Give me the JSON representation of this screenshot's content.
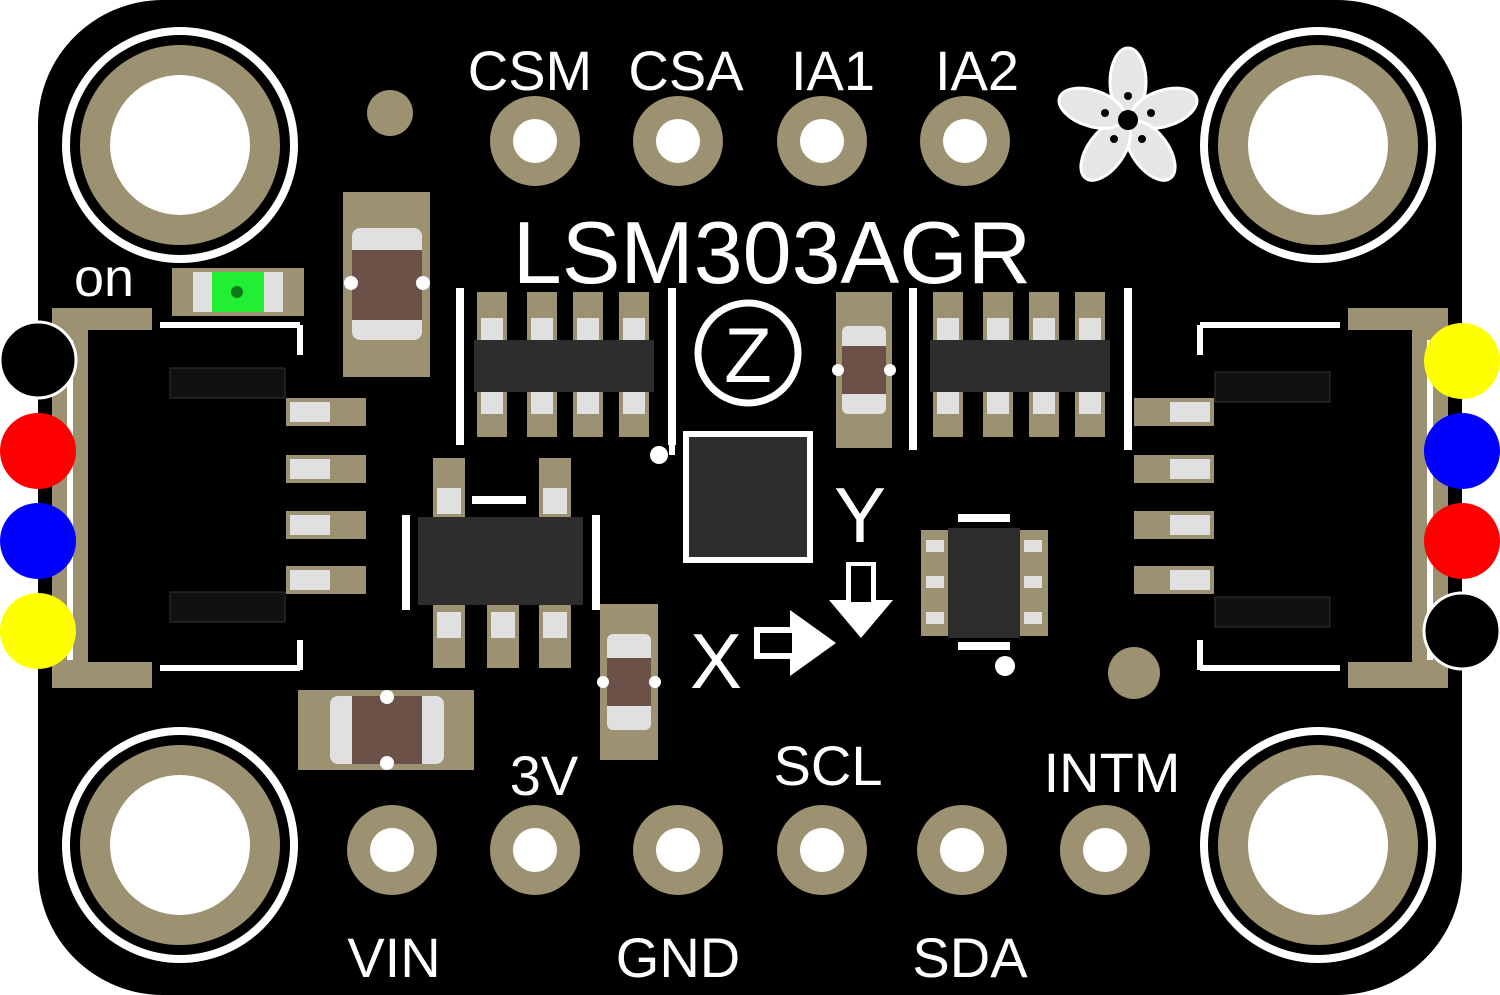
{
  "board": {
    "chip_label": "LSM303AGR",
    "power_led_label": "on",
    "z_axis_label": "Z",
    "y_axis_label": "Y",
    "x_axis_label": "X",
    "top_pins": [
      "CSM",
      "CSA",
      "IA1",
      "IA2"
    ],
    "bottom_pins_upper_row_labels": [
      "3V",
      "SCL",
      "INTM"
    ],
    "bottom_pins_lower_row_labels": [
      "VIN",
      "GND",
      "SDA"
    ],
    "left_connector_wire_colors": [
      "#000000",
      "#ff0000",
      "#0000ff",
      "#ffff00"
    ],
    "right_connector_wire_colors": [
      "#ffff00",
      "#0000ff",
      "#ff0000",
      "#000000"
    ],
    "logo": "adafruit-flower-logo"
  },
  "colors": {
    "pcb": "#000000",
    "pad": "#9c9170",
    "silkscreen": "#ffffff",
    "chip": "#2d2d2d",
    "component": "#6b5148",
    "led": "#22ee33"
  }
}
